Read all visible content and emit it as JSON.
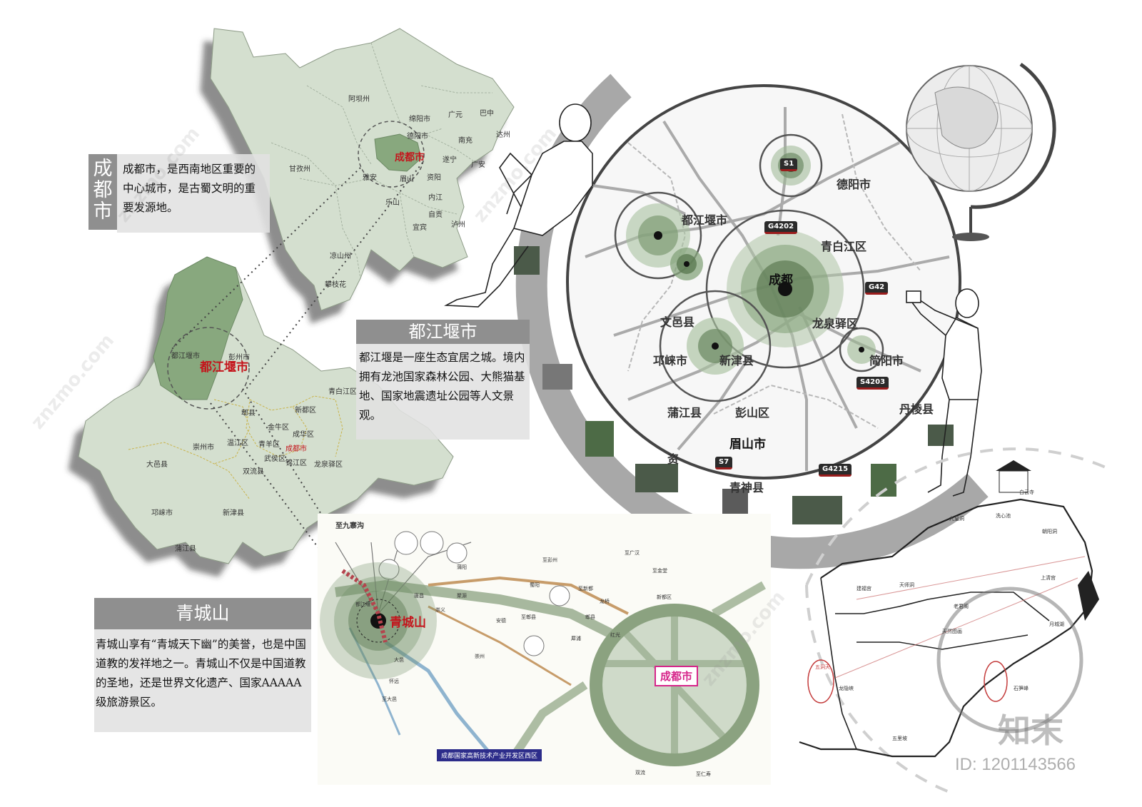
{
  "colors": {
    "province_fill": "#d4dfcf",
    "region_dark": "#88a87e",
    "panel_title_bg": "#8f8f8f",
    "panel_body_bg": "#e1e1e1",
    "accent_red": "#c4151c",
    "dark_green": "#52704a",
    "city_magenta": "#d6258a"
  },
  "panels": {
    "chengdu": {
      "title": "成都市",
      "body": "成都市，是西南地区重要的中心城市，是古蜀文明的重要发源地。"
    },
    "dujiangyan": {
      "title": "都江堰市",
      "body": "都江堰是一座生态宜居之城。境内拥有龙池国家森林公园、大熊猫基地、国家地震遗址公园等人文景观。"
    },
    "qingcheng": {
      "title": "青城山",
      "body": "青城山享有“青城天下幽”的美誉，也是中国道教的发祥地之一。青城山不仅是中国道教的圣地，还是世界文化遗产、国家AAAAA级旅游景区。"
    }
  },
  "sichuan_map": {
    "highlight": "成都市",
    "labels": [
      "阿坝州",
      "绵阳市",
      "广元",
      "巴中",
      "达州",
      "南充",
      "德阳市",
      "遂宁",
      "广安",
      "甘孜州",
      "雅安",
      "眉山",
      "资阳",
      "内江",
      "乐山",
      "自贡",
      "泸州",
      "宜宾",
      "凉山州",
      "攀枝花"
    ]
  },
  "chengdu_map": {
    "highlight": "都江堰市",
    "labels": [
      "都江堰市",
      "彭州市",
      "青白江区",
      "郫县",
      "新都区",
      "金牛区",
      "温江区",
      "成华区",
      "青羊区",
      "成都市",
      "崇州市",
      "武侯区",
      "锦江区",
      "大邑县",
      "双流县",
      "龙泉驿区",
      "邛崃市",
      "新津县",
      "蒲江县"
    ]
  },
  "circle_map": {
    "center": "成都",
    "labels": [
      "德阳市",
      "都江堰市",
      "青白江区",
      "文邑县",
      "龙泉驿区",
      "邛崃市",
      "新津县",
      "简阳市",
      "蒲江县",
      "彭山区",
      "眉山市",
      "丹棱县",
      "资",
      "青神县"
    ],
    "shields": [
      "S1",
      "G4202",
      "G42",
      "S4203",
      "S7",
      "G4215"
    ]
  },
  "qingcheng_map": {
    "highlight": "青城山",
    "city": "成都市",
    "banner": "成都国家高新技术产业开发区西区",
    "labels": [
      "至九寨沟",
      "至广汉",
      "至彭州",
      "至金堂",
      "至新都",
      "至仁寿",
      "双流",
      "郫县",
      "新都区",
      "大邑",
      "怀远",
      "至大邑",
      "安德",
      "红光",
      "犀浦",
      "崇州",
      "龙桥",
      "蒲阳",
      "至郫县",
      "蜀阳",
      "都江堰",
      "崇义",
      "聚源",
      "唐昌"
    ]
  },
  "trail_map": {
    "labels": [
      "白云寺",
      "九皇洞",
      "洗心池",
      "朝阳洞",
      "上清宫",
      "老君阁",
      "天师洞",
      "建福宫",
      "月城湖",
      "天然图画",
      "五洞天",
      "龙隐峡",
      "石笋峰",
      "五里坡"
    ]
  },
  "watermark": {
    "brand": "知末",
    "id_text": "ID: 1201143566",
    "site": "znzmo.com"
  }
}
